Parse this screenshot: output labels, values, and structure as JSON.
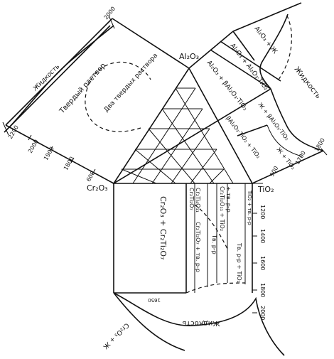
{
  "vertices": {
    "al2o3": "Al₂O₃",
    "cr2o3": "Cr₂O₃",
    "tio2": "TiO₂"
  },
  "regions": {
    "ss_liquid": "Жидкость",
    "ss_solid": "Твердый раствор",
    "ss_two_solid": "Два твердых раствора",
    "al_tio2_liquid": "Жидкость",
    "al_top_phase": "Al₂O₃ + Ж",
    "al_mid_phase": "Al₂O₃ + Al₂O₃·TiO₂",
    "al_left_phase": "Al₂O₃ + βAl₂O₃·TiO₂",
    "al_ti_liquid": "Ж + βAl₂O₃·TiO₂",
    "al_ti_lower": "βAl₂O₃·TiO₂ + TiO₂",
    "al_tio2_small": "Ж + TiO₂",
    "cr_main": "Cr₂O₃ + Cr₂Ti₂O₇",
    "cr_liquid": "Жидкость",
    "cr_cr2o3_liquid": "Cr₂O₃ + Ж",
    "cr_col1": "Cr₂Ti₂O₇",
    "cr_col1b": "Cr₂Ti₄O₁₁",
    "cr_tv1": "Cr₂Ti₂O₇ + тв. р-р",
    "cr_tv2": "Тв. р-р",
    "cr_col3": "Cr₂Ti₂O₁₁ + TiO₂",
    "cr_col3b": "+ тв. р-р",
    "cr_col4": "Тв. р-р + TiO₂",
    "cr_right": "TiO₂ + тв. р-р"
  },
  "ticks": {
    "ss_2000_top": "2000",
    "ss_2200": "2200",
    "ss_2000": "2000",
    "ss_1900": "1900",
    "ss_1800": "1800",
    "ss_600": "600",
    "ati_1800": "1800",
    "ati_1700": "1700",
    "ati_900": "900",
    "cr_1200": "1200",
    "cr_1400": "1400",
    "cr_1600": "1600",
    "cr_1800": "1800",
    "cr_2000": "2000",
    "cr_1650": "1650"
  }
}
